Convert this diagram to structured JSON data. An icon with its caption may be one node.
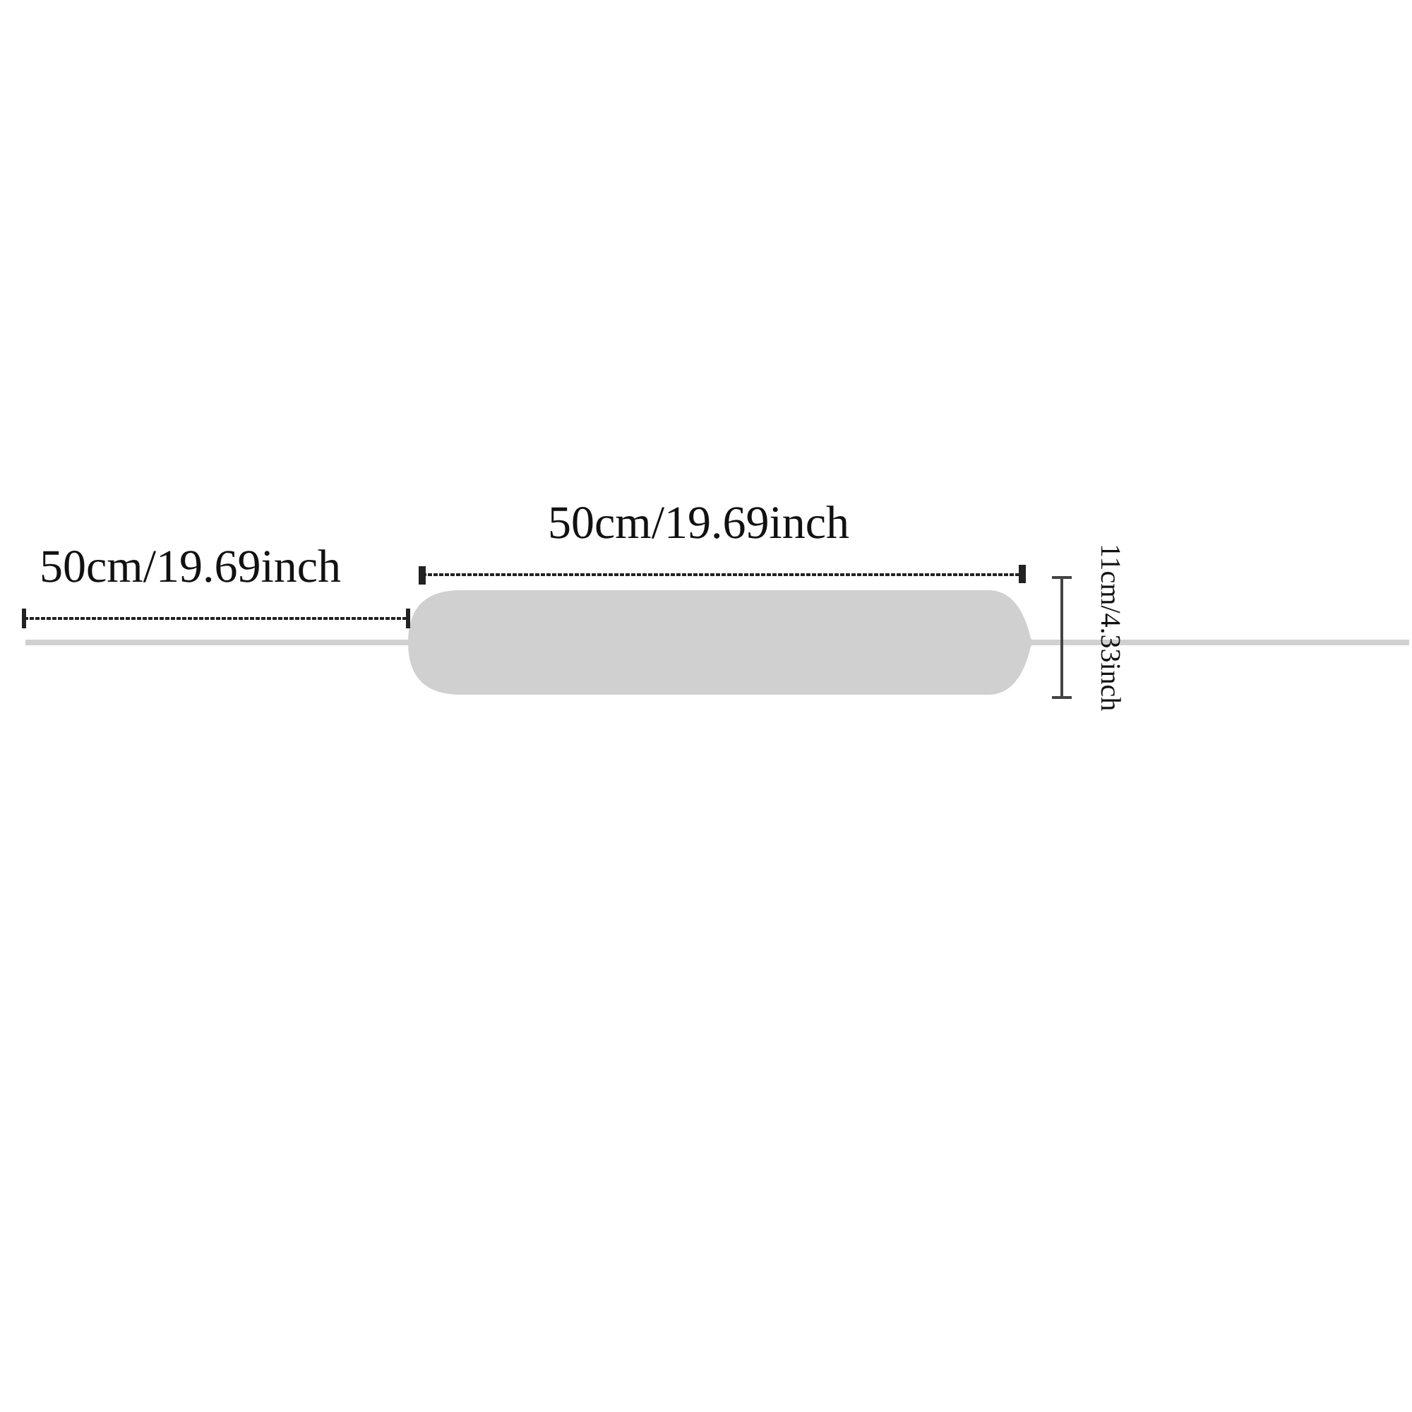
{
  "diagram": {
    "labels": [
      "50cm/19.69inch",
      "50cm/19.69inch",
      "11cm/4.33inch"
    ]
  }
}
